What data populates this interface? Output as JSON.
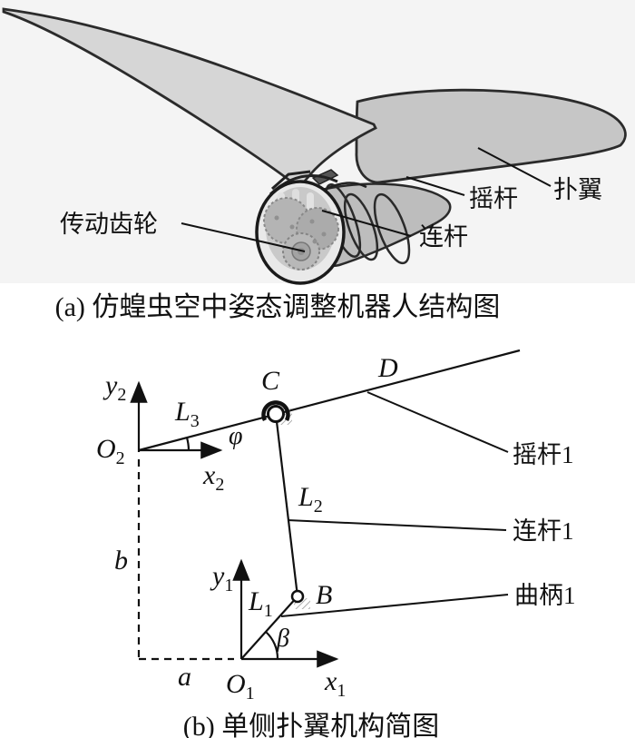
{
  "panel_a": {
    "caption": "(a) 仿蝗虫空中姿态调整机器人结构图",
    "labels": {
      "gear": "传动齿轮",
      "link": "连杆",
      "rocker": "摇杆",
      "wing": "扑翼"
    }
  },
  "panel_b": {
    "caption": "(b) 单侧扑翼机构简图",
    "callouts": {
      "rocker1": "摇杆1",
      "link1": "连杆1",
      "crank1": "曲柄1"
    },
    "points": {
      "B": "B",
      "C": "C",
      "D": "D"
    },
    "axes": {
      "O2": {
        "base": "O",
        "sub": "2"
      },
      "y2": {
        "base": "y",
        "sub": "2"
      },
      "x2": {
        "base": "x",
        "sub": "2"
      },
      "O1": {
        "base": "O",
        "sub": "1"
      },
      "y1": {
        "base": "y",
        "sub": "1"
      },
      "x1": {
        "base": "x",
        "sub": "1"
      }
    },
    "links": {
      "L3": {
        "base": "L",
        "sub": "3"
      },
      "L2": {
        "base": "L",
        "sub": "2"
      },
      "L1": {
        "base": "L",
        "sub": "1"
      }
    },
    "angles": {
      "phi": "φ",
      "beta": "β"
    },
    "dims": {
      "a": "a",
      "b": "b"
    }
  },
  "colors": {
    "line": "#111111",
    "photo_bg": "#f4f4f4",
    "wing_left": "#d6d6d6",
    "wing_right": "#c6c6c6",
    "housing": "#e9e9e9",
    "gear": "#b4b4b4"
  }
}
